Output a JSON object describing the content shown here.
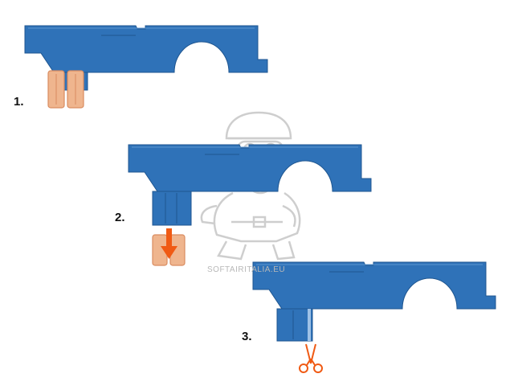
{
  "steps": [
    {
      "label": "1."
    },
    {
      "label": "2."
    },
    {
      "label": "3."
    }
  ],
  "watermark": {
    "text": "SOFTAIRITALIA.EU"
  },
  "colors": {
    "plate": "#2f72b8",
    "plate_edge": "#1f5690",
    "plate_highlight": "#5b95d0",
    "contact": "#efb58e",
    "contact_edge": "#d98c60",
    "arrow": "#f05a14",
    "scissors": "#f05a14",
    "watermark": "#c8c8c8"
  },
  "icons": [
    "arrow-down-icon",
    "scissors-icon",
    "mascot-watermark-icon"
  ]
}
